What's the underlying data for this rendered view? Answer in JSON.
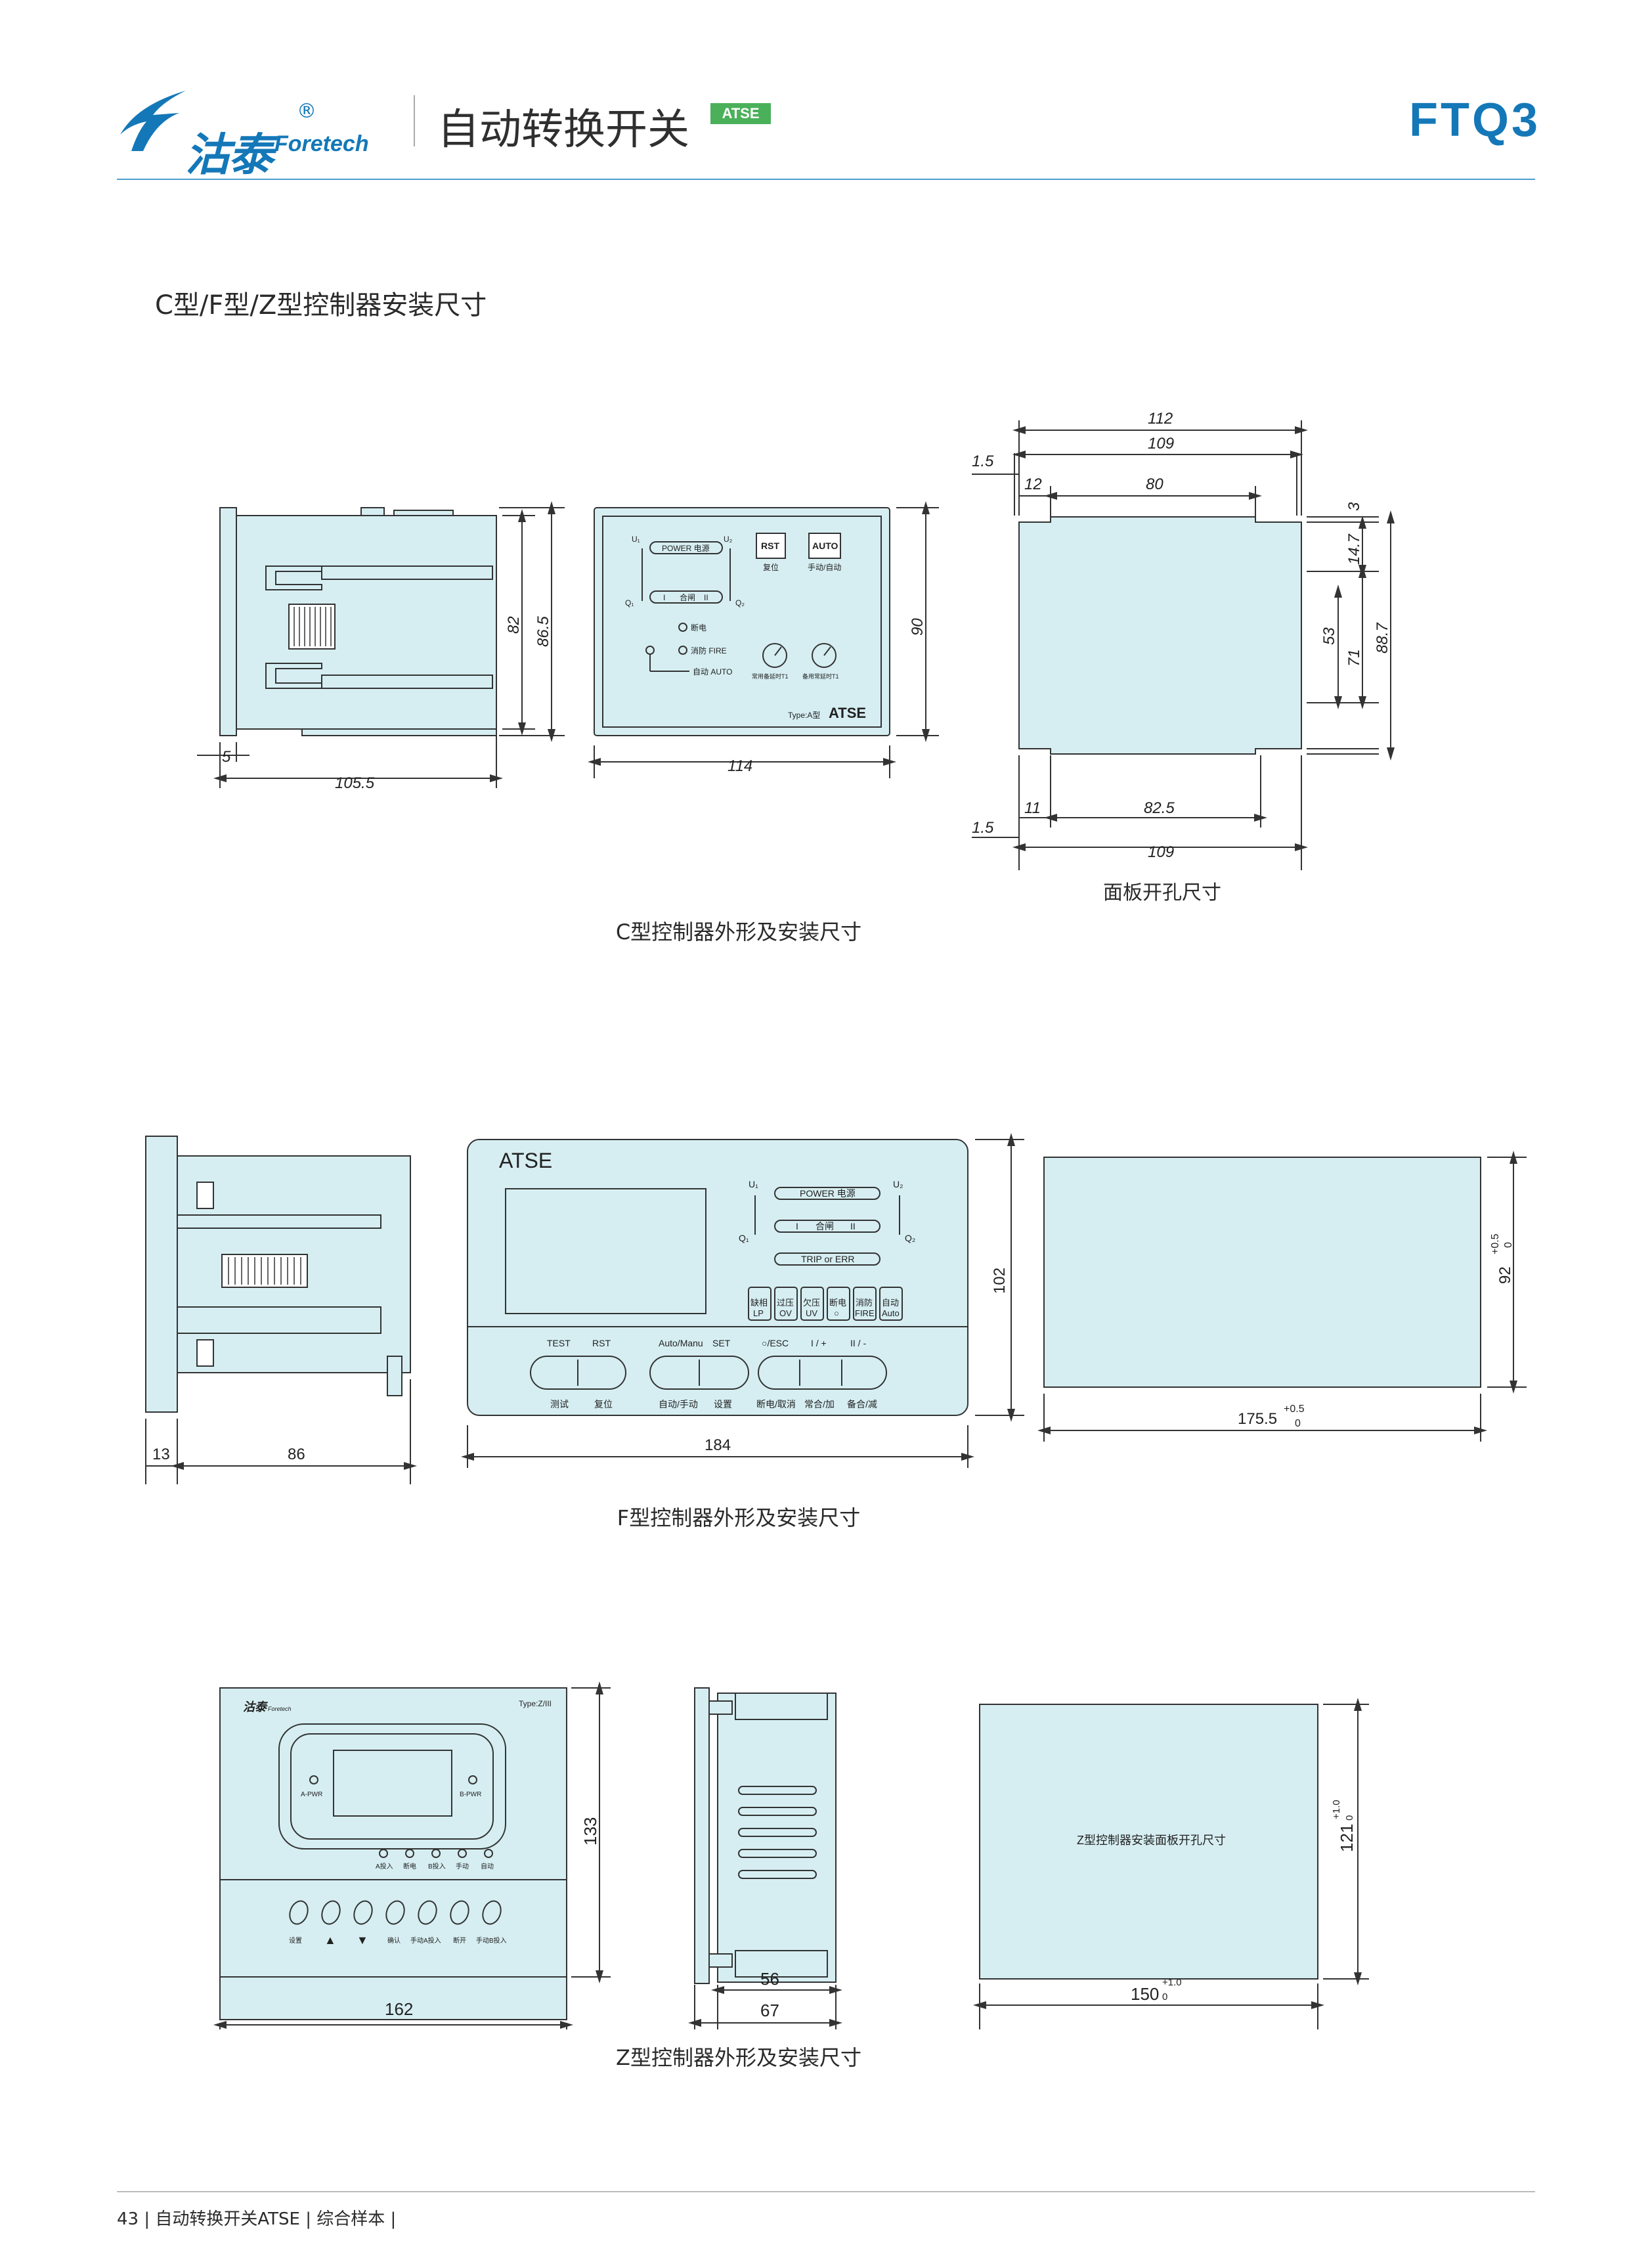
{
  "header": {
    "brand_cn": "沽泰",
    "brand_en": "Foretech",
    "brand_reg": "®",
    "title": "自动转换开关",
    "badge": "ATSE",
    "model": "FTQ3"
  },
  "section_title": "C型/F型/Z型控制器安装尺寸",
  "c_type": {
    "caption": "C型控制器外形及安装尺寸",
    "panel_caption": "面板开孔尺寸",
    "dims": {
      "side_height_inner": "82",
      "side_height_outer": "86.5",
      "side_flange": "5",
      "side_depth": "105.5",
      "front_height": "90",
      "front_width": "114",
      "cut_112": "112",
      "cut_109_top": "109",
      "cut_1_5_top": "1.5",
      "cut_12": "12",
      "cut_80": "80",
      "cut_3": "3",
      "cut_14_7": "14.7",
      "cut_53": "53",
      "cut_71": "71",
      "cut_88_7": "88.7",
      "cut_11": "11",
      "cut_82_5": "82.5",
      "cut_1_5_bot": "1.5",
      "cut_109_bot": "109"
    },
    "front_labels": {
      "u1": "U₁",
      "u2": "U₂",
      "power": "POWER 电源",
      "q1": "Q₁",
      "q2": "Q₂",
      "switch_i": "I",
      "close": "合闸",
      "switch_ii": "II",
      "outage": "断电",
      "fire": "消防 FIRE",
      "auto": "自动 AUTO",
      "rst": "RST",
      "rst_cn": "复位",
      "auto_btn": "AUTO",
      "auto_cn": "手动/自动",
      "knob1": "常用备延时T1",
      "knob2": "备用常延时T1",
      "type": "Type:A型",
      "brand": "ATSE"
    }
  },
  "f_type": {
    "caption": "F型控制器外形及安装尺寸",
    "dims": {
      "side_13": "13",
      "side_86": "86",
      "front_102": "102",
      "front_184": "184",
      "cut_92": "92",
      "cut_92_tol_up": "+0.5",
      "cut_92_tol_dn": "0",
      "cut_175_5": "175.5",
      "cut_175_tol_up": "+0.5",
      "cut_175_tol_dn": "0"
    },
    "front_labels": {
      "brand": "ATSE",
      "u1": "U₁",
      "u2": "U₂",
      "power": "POWER 电源",
      "switch_i": "I",
      "close": "合闸",
      "switch_ii": "II",
      "q1": "Q₁",
      "q2": "Q₂",
      "trip": "TRIP or ERR",
      "indicators": [
        {
          "cn": "缺相",
          "en": "LP"
        },
        {
          "cn": "过压",
          "en": "OV"
        },
        {
          "cn": "欠压",
          "en": "UV"
        },
        {
          "cn": "断电",
          "en": "○"
        },
        {
          "cn": "消防",
          "en": "FIRE"
        },
        {
          "cn": "自动",
          "en": "Auto"
        }
      ],
      "btn_test": "TEST",
      "btn_rst": "RST",
      "btn_auto": "Auto/Manu",
      "btn_set": "SET",
      "btn_esc": "○/ESC",
      "btn_plus": "I / +",
      "btn_minus": "II / -",
      "cn_test": "测试",
      "cn_rst": "复位",
      "cn_auto": "自动/手动",
      "cn_set": "设置",
      "cn_esc": "断电/取消",
      "cn_plus": "常合/加",
      "cn_minus": "备合/减"
    }
  },
  "z_type": {
    "caption": "Z型控制器外形及安装尺寸",
    "dims": {
      "front_133": "133",
      "front_162": "162",
      "side_56": "56",
      "side_67": "67",
      "cut_121": "121",
      "cut_121_tol_up": "+1.0",
      "cut_121_tol_dn": "0",
      "cut_150": "150",
      "cut_150_tol_up": "+1.0",
      "cut_150_tol_dn": "0"
    },
    "cut_label": "Z型控制器安装面板开孔尺寸",
    "front_labels": {
      "brand_cn": "沽泰",
      "brand_en": "Foretech",
      "type": "Type:Z/III",
      "apwr": "A-PWR",
      "bpwr": "B-PWR",
      "leds": [
        "A投入",
        "断电",
        "B投入",
        "手动",
        "自动"
      ],
      "keys": [
        "设置",
        "▲",
        "▼",
        "确认",
        "手动A投入",
        "断开",
        "手动B投入"
      ]
    }
  },
  "footer": {
    "text": "43 | 自动转换开关ATSE | 综合样本 |"
  }
}
